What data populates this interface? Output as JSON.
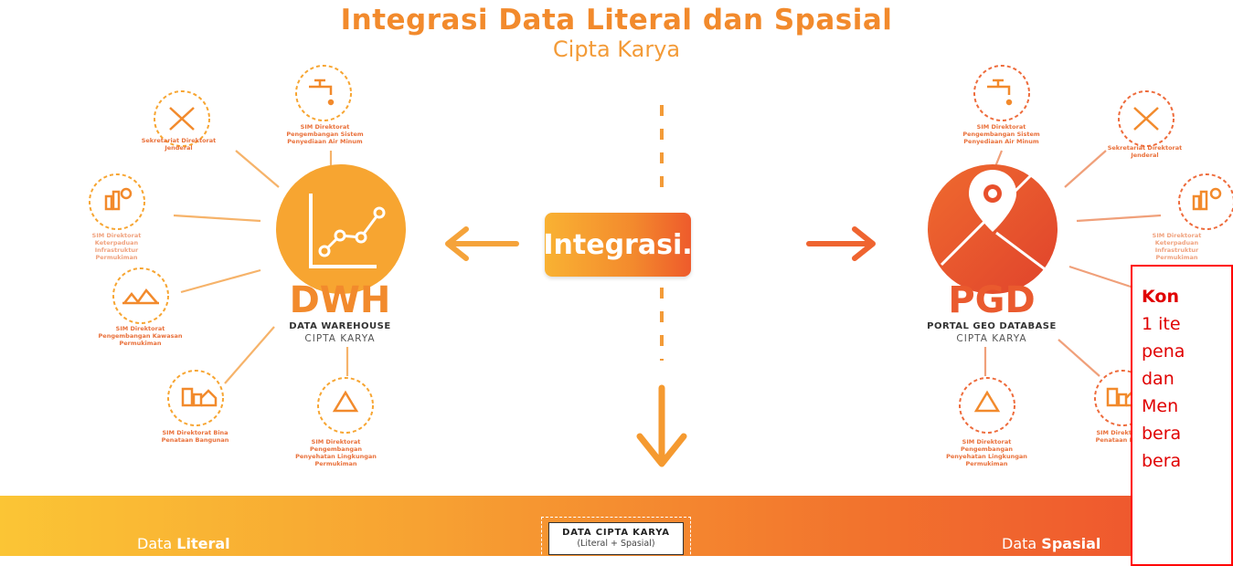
{
  "header": {
    "title": "Integrasi Data Literal dan Spasial",
    "subtitle": "Cipta Karya"
  },
  "center": {
    "integration_label": "Integrasi."
  },
  "hubs": {
    "dwh": {
      "name": "DWH",
      "line1": "DATA WAREHOUSE",
      "line2": "CIPTA KARYA",
      "color": "#f7a531"
    },
    "pgd": {
      "name": "PGD",
      "line1": "PORTAL GEO DATABASE",
      "line2": "CIPTA KARYA",
      "color": "#e8502c"
    }
  },
  "left_nodes": [
    {
      "label": "Sekretariat Direktorat Jenderal",
      "icon": "tools-icon"
    },
    {
      "label": "SIM Direktorat Pengembangan Sistem Penyediaan Air Minum",
      "icon": "water-tap-icon"
    },
    {
      "label": "SIM Direktorat Keterpaduan Infrastruktur Permukiman",
      "icon": "chart-gear-icon"
    },
    {
      "label": "SIM Direktorat Pengembangan Kawasan Permukiman",
      "icon": "houses-icon"
    },
    {
      "label": "SIM Direktorat Bina Penataan Bangunan",
      "icon": "buildings-icon"
    },
    {
      "label": "SIM Direktorat Pengembangan Penyehatan Lingkungan Permukiman",
      "icon": "recycle-icon"
    }
  ],
  "right_nodes": [
    {
      "label": "SIM Direktorat Pengembangan Sistem Penyediaan Air Minum",
      "icon": "water-tap-icon"
    },
    {
      "label": "Sekretariat Direktorat Jenderal",
      "icon": "tools-icon"
    },
    {
      "label": "SIM Direktorat Keterpaduan Infrastruktur Permukiman",
      "icon": "chart-gear-icon"
    },
    {
      "label": "SIM Direktorat Bina Penataan Bangunan",
      "icon": "buildings-icon"
    },
    {
      "label": "SIM Direktorat Pengembangan Penyehatan Lingkungan Permukiman",
      "icon": "recycle-icon"
    }
  ],
  "footer": {
    "literal_prefix": "Data ",
    "literal_bold": "Literal",
    "spasial_prefix": "Data ",
    "spasial_bold": "Spasial",
    "box_title": "DATA CIPTA KARYA",
    "box_sub": "(Literal + Spasial)"
  },
  "note": {
    "title": "Kon",
    "lines": [
      "1 ite",
      "pena",
      "dan",
      "Men",
      "bera",
      "bera"
    ]
  }
}
